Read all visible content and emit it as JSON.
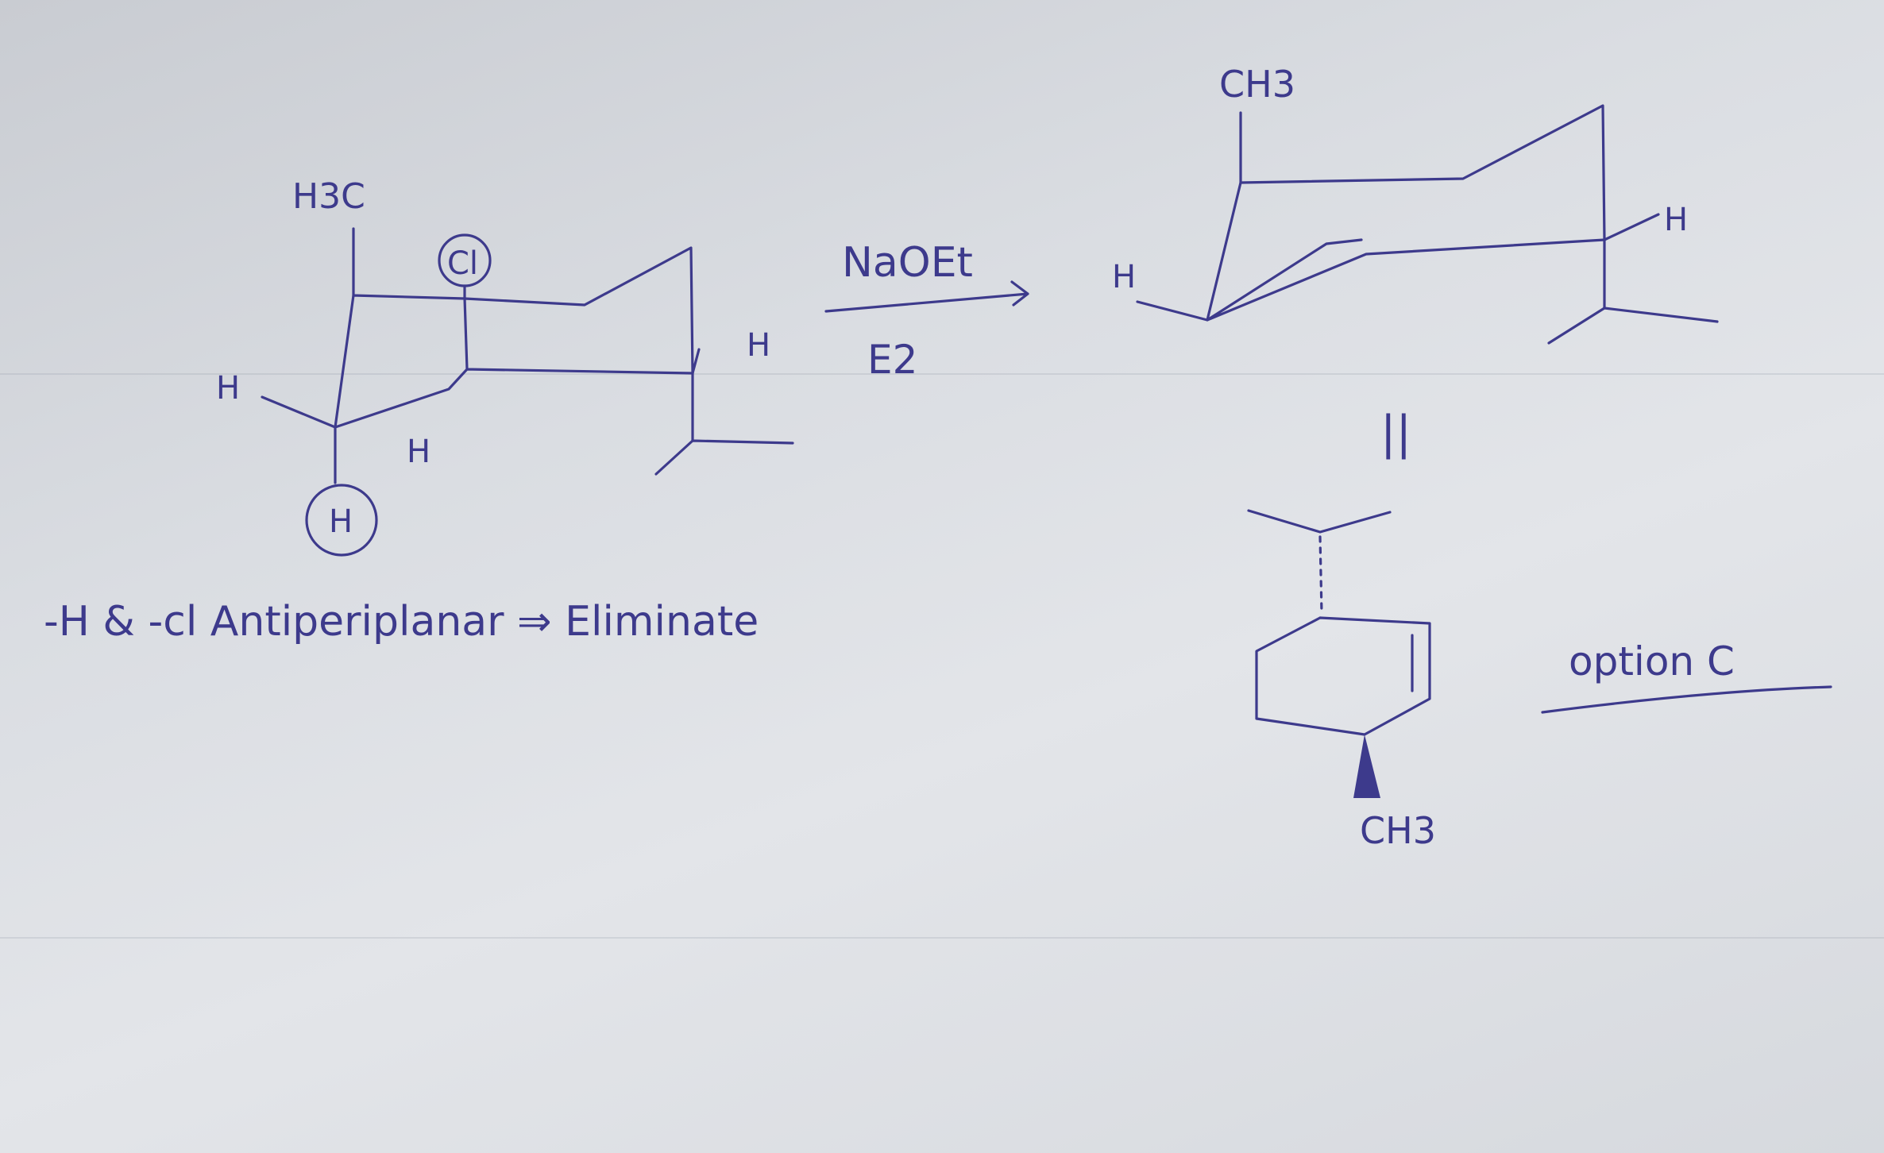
{
  "reactant": {
    "methyl_label": "H3C",
    "chlorine_label": "Cl",
    "axial_h_label": "H",
    "h_left_label": "H",
    "h_inner_label": "H",
    "h_right_label": "H"
  },
  "reaction": {
    "reagent": "NaOEt",
    "mechanism": "E2"
  },
  "product_chair": {
    "methyl_label": "CH3",
    "h_left_label": "H",
    "h_right_label": "H"
  },
  "equivalence_sign": "||",
  "product_flat": {
    "methyl_label": "CH3"
  },
  "note": "-H & -cl  Antiperiplanar  ⇒ Eliminate",
  "answer": "option C",
  "colors": {
    "ink": "#3d3a8c",
    "paper": "#dadde2"
  }
}
